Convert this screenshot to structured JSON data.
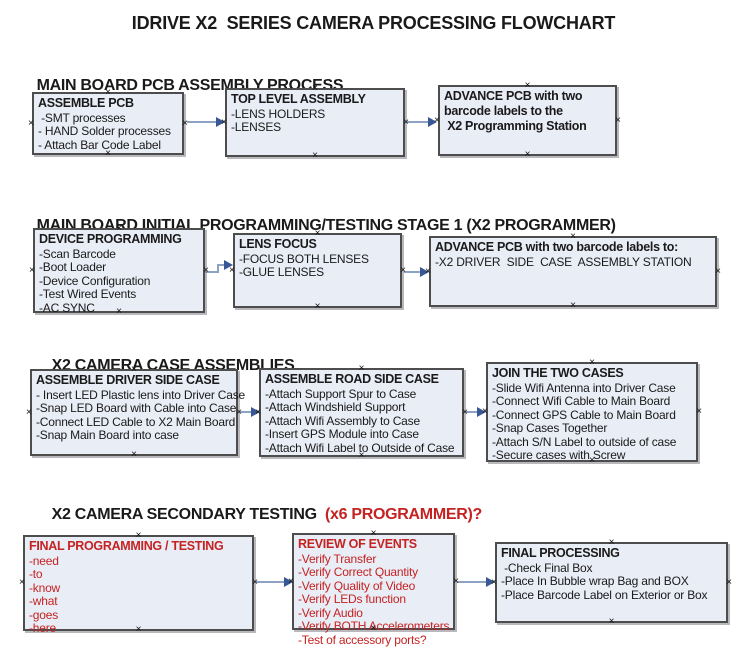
{
  "title": "IDRIVE X2  SERIES CAMERA PROCESSING FLOWCHART",
  "colors": {
    "box_fill": "#E9EDF6",
    "box_border": "#4D4D4D",
    "red": "#C52222",
    "connector_line": "#8CA3C3",
    "connector_arrow": "#3A5795",
    "text": "#1A1A1A"
  },
  "sections": [
    {
      "heading": "MAIN BOARD PCB ASSEMBLY PROCESS",
      "boxes": [
        {
          "title": "ASSEMBLE PCB",
          "items": [
            " -SMT processes",
            "- HAND Solder processes",
            "- Attach Bar Code Label"
          ]
        },
        {
          "title": "TOP LEVEL ASSEMBLY",
          "items": [
            "-LENS HOLDERS",
            "-LENSES"
          ]
        },
        {
          "title": "ADVANCE PCB with two\nbarcode labels to the\n X2 Programming Station",
          "items": []
        }
      ]
    },
    {
      "heading": "MAIN BOARD INITIAL PROGRAMMING/TESTING STAGE 1 (X2 PROGRAMMER)",
      "boxes": [
        {
          "title": "DEVICE PROGRAMMING",
          "items": [
            "-Scan Barcode",
            "-Boot Loader",
            "-Device Configuration",
            "-Test Wired Events",
            "-AC SYNC"
          ]
        },
        {
          "title": "LENS FOCUS",
          "items": [
            "-FOCUS BOTH LENSES",
            "-GLUE LENSES"
          ]
        },
        {
          "title": "ADVANCE PCB with two barcode labels to:",
          "items": [
            "-X2 DRIVER  SIDE  CASE  ASSEMBLY STATION"
          ]
        }
      ]
    },
    {
      "heading": "X2 CAMERA CASE ASSEMBLIES",
      "boxes": [
        {
          "title": "ASSEMBLE DRIVER SIDE CASE",
          "items": [
            "- Insert LED Plastic lens into Driver Case",
            "-Snap LED Board with Cable into Case",
            "-Connect LED Cable to X2 Main Board",
            "-Snap Main Board into case"
          ]
        },
        {
          "title": "ASSEMBLE ROAD SIDE CASE",
          "items": [
            "-Attach Support Spur to Case",
            "-Attach Windshield Support",
            "-Attach Wifi Assembly to Case",
            "-Insert GPS Module into Case",
            "-Attach Wifi Label to Outside of Case"
          ]
        },
        {
          "title": "JOIN THE TWO CASES",
          "items": [
            "-Slide Wifi Antenna into Driver Case",
            "-Connect Wifi Cable to Main Board",
            "-Connect GPS Cable to Main Board",
            "-Snap Cases Together",
            "-Attach S/N Label to outside of case",
            "-Secure cases with Screw"
          ]
        }
      ]
    },
    {
      "heading": "X2 CAMERA SECONDARY TESTING",
      "heading_red": "  (x6 PROGRAMMER)?",
      "boxes": [
        {
          "title": "FINAL PROGRAMMING / TESTING",
          "items": [
            "-need",
            "-to",
            "-know",
            "-what",
            "-goes",
            "-here"
          ]
        },
        {
          "title": "REVIEW OF EVENTS",
          "items": [
            "-Verify Transfer",
            "-Verify Correct Quantity",
            "-Verify Quality of Video",
            "-Verify LEDs function",
            "-Verify Audio",
            "-Verify BOTH Accelerometers",
            "-Test of accessory ports?"
          ]
        },
        {
          "title": "FINAL PROCESSING",
          "items": [
            " -Check Final Box",
            "-Place In Bubble wrap Bag and BOX",
            "-Place Barcode Label on Exterior or Box"
          ]
        }
      ]
    }
  ]
}
